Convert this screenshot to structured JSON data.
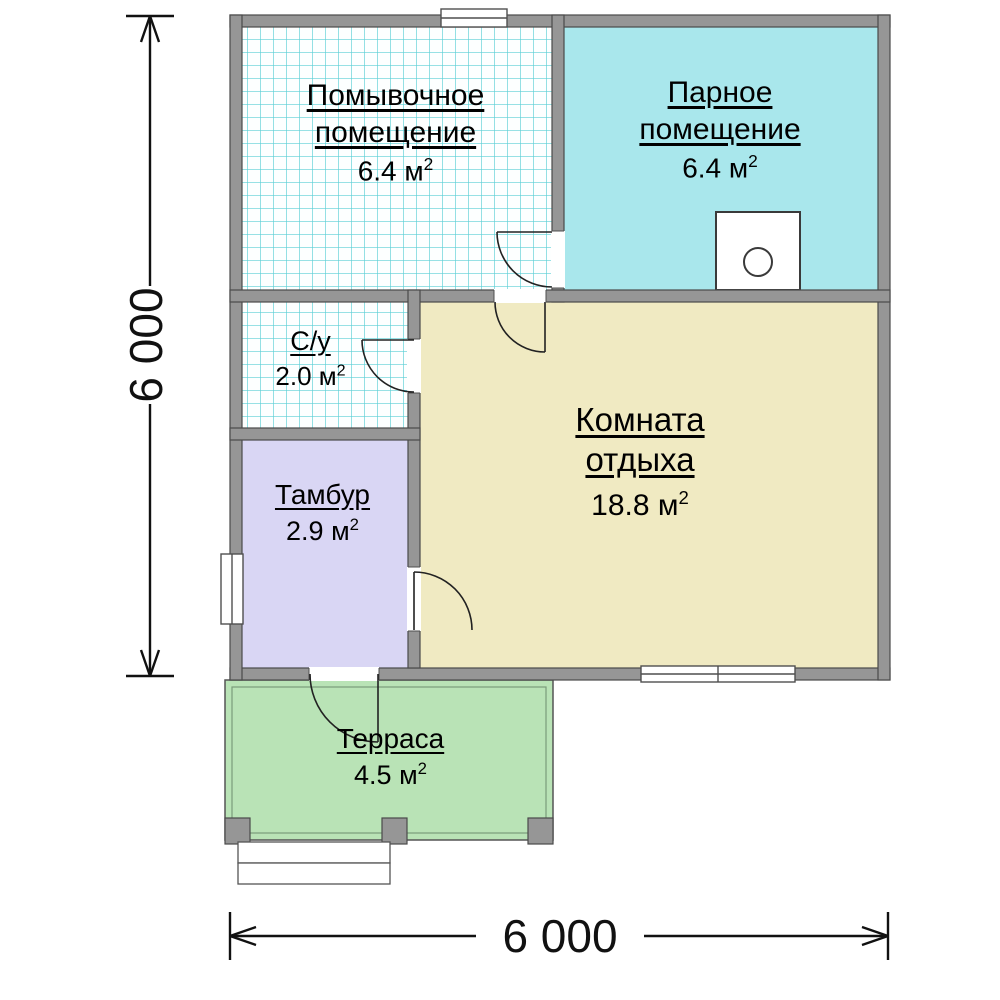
{
  "plan": {
    "rooms": {
      "washing": {
        "name": "Помывочное помещение",
        "area": "6.4 м",
        "area_sup": "2"
      },
      "steam": {
        "name": "Парное помещение",
        "area": "6.4 м",
        "area_sup": "2"
      },
      "wc": {
        "name": "С/у",
        "area": "2.0 м",
        "area_sup": "2"
      },
      "vestibule": {
        "name": "Тамбур",
        "area": "2.9 м",
        "area_sup": "2"
      },
      "rest": {
        "name": "Комната отдыха",
        "area": "18.8 м",
        "area_sup": "2"
      },
      "terrace": {
        "name": "Терраса",
        "area": "4.5 м",
        "area_sup": "2"
      }
    },
    "dimensions": {
      "height_label": "6 000",
      "width_label": "6 000"
    },
    "colors": {
      "wall": "#969696",
      "wall_outline": "#4a4a4a",
      "steam_fill": "#a9e7ec",
      "tile_line": "#5ccfd6",
      "rest_fill": "#f0eac2",
      "vestibule_fill": "#d9d6f4",
      "terrace_fill": "#b9e3b6"
    }
  }
}
